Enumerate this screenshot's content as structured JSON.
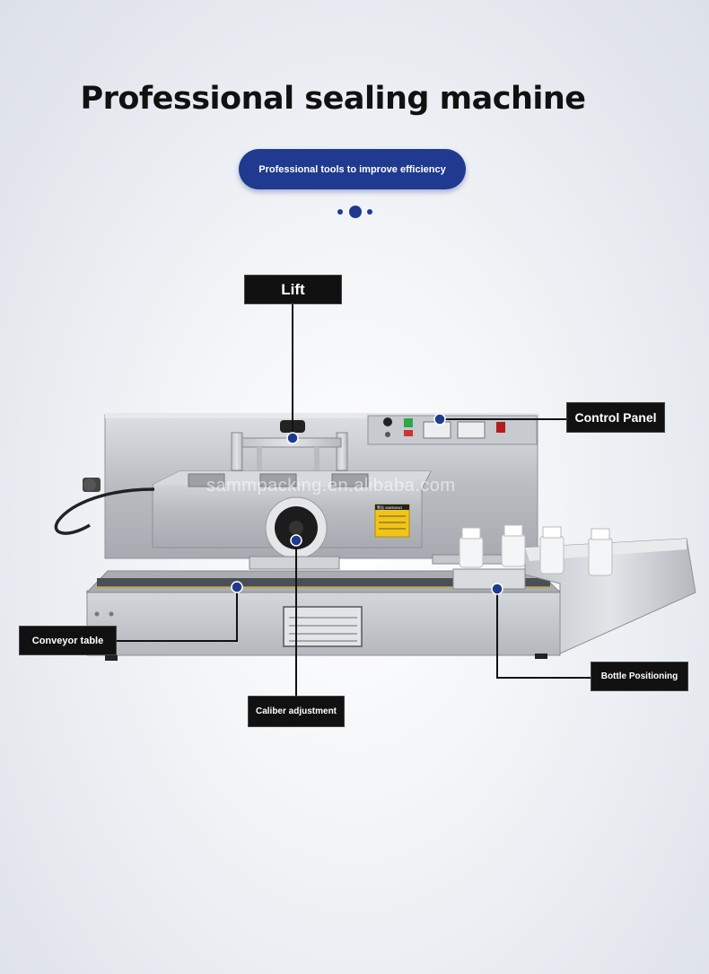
{
  "header": {
    "title": "Professional sealing machine",
    "subtitle": "Professional tools to improve efficiency"
  },
  "callouts": {
    "lift": "Lift",
    "control_panel": "Control Panel",
    "conveyor_table": "Conveyor table",
    "bottle_positioning": "Bottle Positioning",
    "caliber_adjustment": "Caliber adjustment"
  },
  "watermark": "sammpacking.en.alibaba.com",
  "warning_label": "警告 WARNING",
  "colors": {
    "accent": "#1f3a8f",
    "callout_bg": "#111111",
    "steel": "#c9ccd0"
  }
}
